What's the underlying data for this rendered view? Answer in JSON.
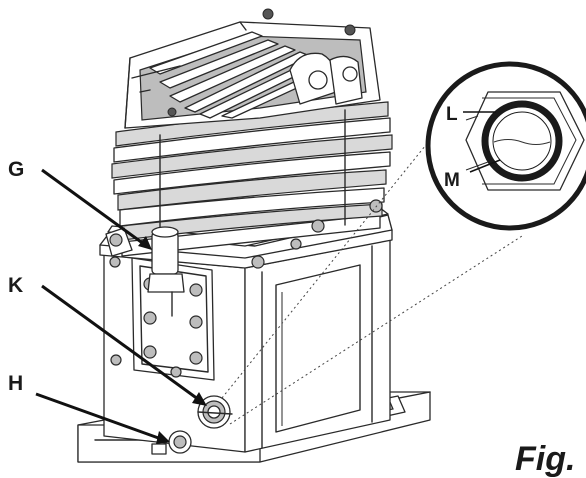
{
  "labels": {
    "g": "G",
    "k": "K",
    "h": "H",
    "l": "L",
    "m": "M"
  },
  "caption": "Fig.",
  "icons": [
    "compressor-pump-illustration",
    "detail-magnifier-circle"
  ]
}
